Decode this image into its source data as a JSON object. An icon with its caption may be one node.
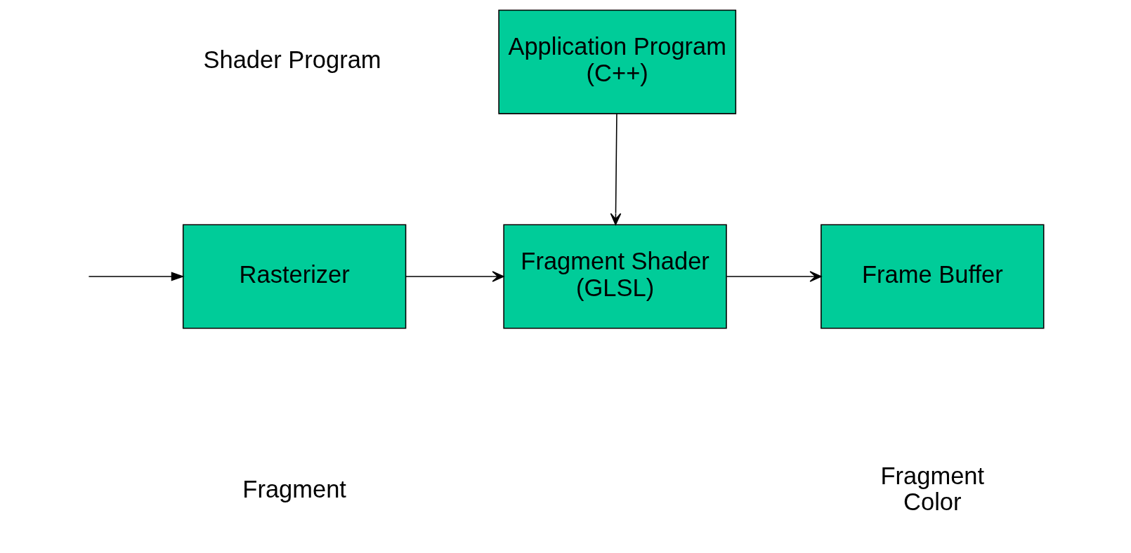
{
  "diagram": {
    "nodes": [
      {
        "text": [
          "Application Program (C++)"
        ]
      },
      {
        "text": [
          "Rasterizer"
        ]
      },
      {
        "text": [
          "Fragment Shader (GLSL)"
        ]
      },
      {
        "text": [
          "Frame Buffer"
        ]
      }
    ],
    "edges": [
      {
        "from": null,
        "to": 1,
        "arrow": "to"
      },
      {
        "from": 1,
        "to": 2,
        "arrow": "to"
      },
      {
        "from": 0,
        "to": 2,
        "arrow": "to"
      },
      {
        "from": 2,
        "to": 3,
        "arrow": "to"
      }
    ],
    "labels": [
      "Shader Program",
      "Fragment",
      "Fragment Color"
    ]
  }
}
